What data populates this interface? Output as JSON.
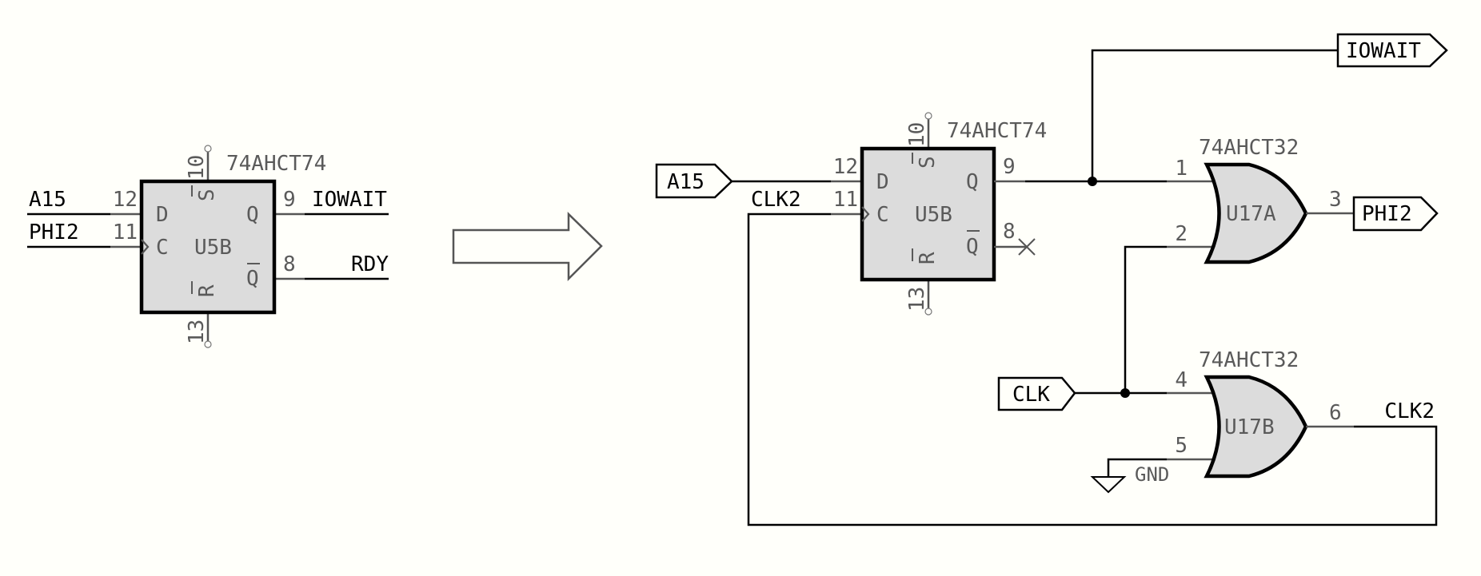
{
  "colors": {
    "background": "#fffffa",
    "component_fill": "#dcdcdc",
    "pin": "#555555",
    "wire": "#000000"
  },
  "before": {
    "flipflop": {
      "ref": "U5B",
      "part": "74AHCT74",
      "pin_labels": {
        "d": "D",
        "c": "C",
        "q": "Q",
        "qbar": "Q",
        "s": "S",
        "r": "R"
      },
      "pins": {
        "d": "12",
        "c": "11",
        "q": "9",
        "qbar": "8",
        "s": "10",
        "r": "13"
      }
    },
    "nets": {
      "d": "A15",
      "c": "PHI2",
      "q": "IOWAIT",
      "qbar": "RDY"
    }
  },
  "transform_arrow": "right-arrow",
  "after": {
    "flipflop": {
      "ref": "U5B",
      "part": "74AHCT74",
      "pin_labels": {
        "d": "D",
        "c": "C",
        "q": "Q",
        "qbar": "Q",
        "s": "S",
        "r": "R"
      },
      "pins": {
        "d": "12",
        "c": "11",
        "q": "9",
        "qbar": "8",
        "s": "10",
        "r": "13"
      }
    },
    "gate_a": {
      "ref": "U17A",
      "part": "74AHCT32",
      "pins": {
        "in1": "1",
        "in2": "2",
        "out": "3"
      }
    },
    "gate_b": {
      "ref": "U17B",
      "part": "74AHCT32",
      "pins": {
        "in1": "4",
        "in2": "5",
        "out": "6"
      }
    },
    "labels": {
      "a15": "A15",
      "iowait": "IOWAIT",
      "phi2": "PHI2",
      "clk": "CLK"
    },
    "net_clk2_top": "CLK2",
    "net_clk2_right": "CLK2",
    "gnd": "GND"
  }
}
